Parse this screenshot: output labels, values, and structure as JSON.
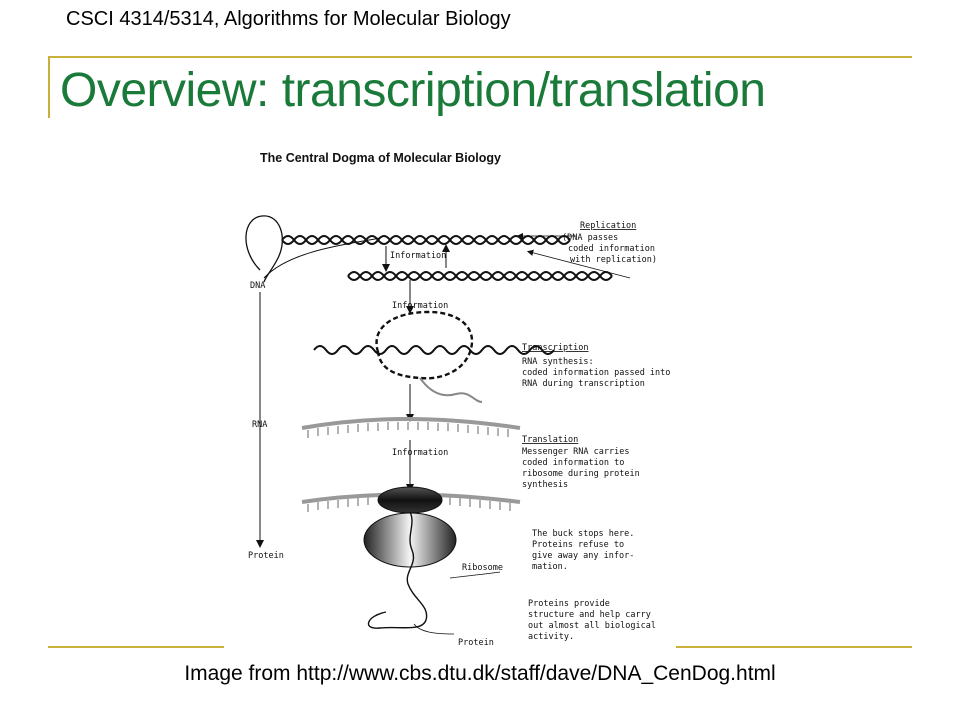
{
  "header": {
    "course": "CSCI 4314/5314, Algorithms for Molecular Biology",
    "title": "Overview: transcription/translation"
  },
  "figure": {
    "title": "The Central Dogma of Molecular Biology",
    "labels": {
      "dna": "DNA",
      "rna": "RNA",
      "protein": "Protein",
      "information1": "Information",
      "information2": "Information",
      "information3": "Information",
      "ribosome": "Ribosome",
      "protein_chain": "Protein"
    },
    "replication": {
      "heading": "Replication",
      "lines": [
        "(DNA passes",
        "coded information",
        "with replication)"
      ]
    },
    "transcription": {
      "heading": "Transcription",
      "lines": [
        "RNA synthesis:",
        "coded information passed into",
        "RNA during transcription"
      ]
    },
    "translation": {
      "heading": "Translation",
      "lines": [
        "Messenger RNA carries",
        "coded information to",
        "ribosome during protein",
        "synthesis"
      ]
    },
    "buck": {
      "lines": [
        "The buck stops here.",
        "Proteins refuse to",
        "give away any infor-",
        "mation."
      ]
    },
    "proteins_note": {
      "lines": [
        "Proteins provide",
        "structure and help carry",
        "out almost all biological",
        "activity."
      ]
    }
  },
  "caption": "Image from http://www.cbs.dtu.dk/staff/dave/DNA_CenDog.html"
}
